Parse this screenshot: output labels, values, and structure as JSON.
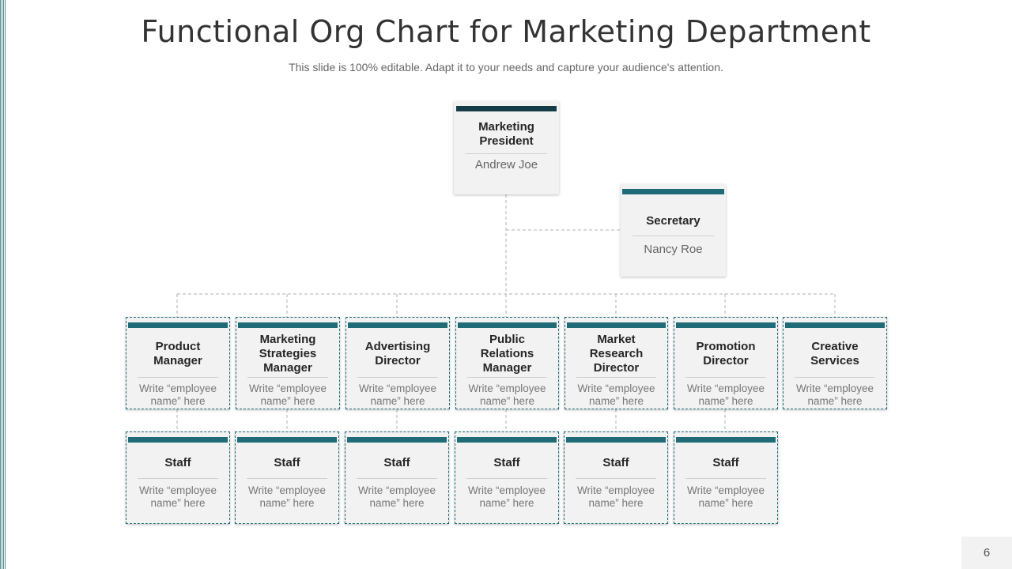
{
  "slide": {
    "title": "Functional Org Chart for Marketing Department",
    "subtitle": "This slide is 100% editable. Adapt it to your needs and capture your audience's attention.",
    "page_number": "6"
  },
  "president": {
    "role": "Marketing President",
    "name": "Andrew Joe"
  },
  "secretary": {
    "role": "Secretary",
    "name": "Nancy Roe"
  },
  "managers": [
    {
      "role": "Product Manager",
      "name": "Write “employee name” here"
    },
    {
      "role": "Marketing Strategies Manager",
      "name": "Write “employee name” here"
    },
    {
      "role": "Advertising Director",
      "name": "Write “employee name” here"
    },
    {
      "role": "Public Relations Manager",
      "name": "Write “employee name” here"
    },
    {
      "role": "Market Research Director",
      "name": "Write “employee name” here"
    },
    {
      "role": "Promotion Director",
      "name": "Write “employee name” here"
    },
    {
      "role": "Creative Services",
      "name": "Write “employee name” here"
    }
  ],
  "staff": [
    {
      "role": "Staff",
      "name": "Write “employee name” here"
    },
    {
      "role": "Staff",
      "name": "Write “employee name” here"
    },
    {
      "role": "Staff",
      "name": "Write “employee name” here"
    },
    {
      "role": "Staff",
      "name": "Write “employee name” here"
    },
    {
      "role": "Staff",
      "name": "Write “employee name” here"
    },
    {
      "role": "Staff",
      "name": "Write “employee name” here"
    }
  ],
  "colors": {
    "accent_bar": "#1f6b78",
    "top_bar": "#143c47",
    "card_background": "#f2f2f2",
    "connector": "#b0b0b0"
  }
}
